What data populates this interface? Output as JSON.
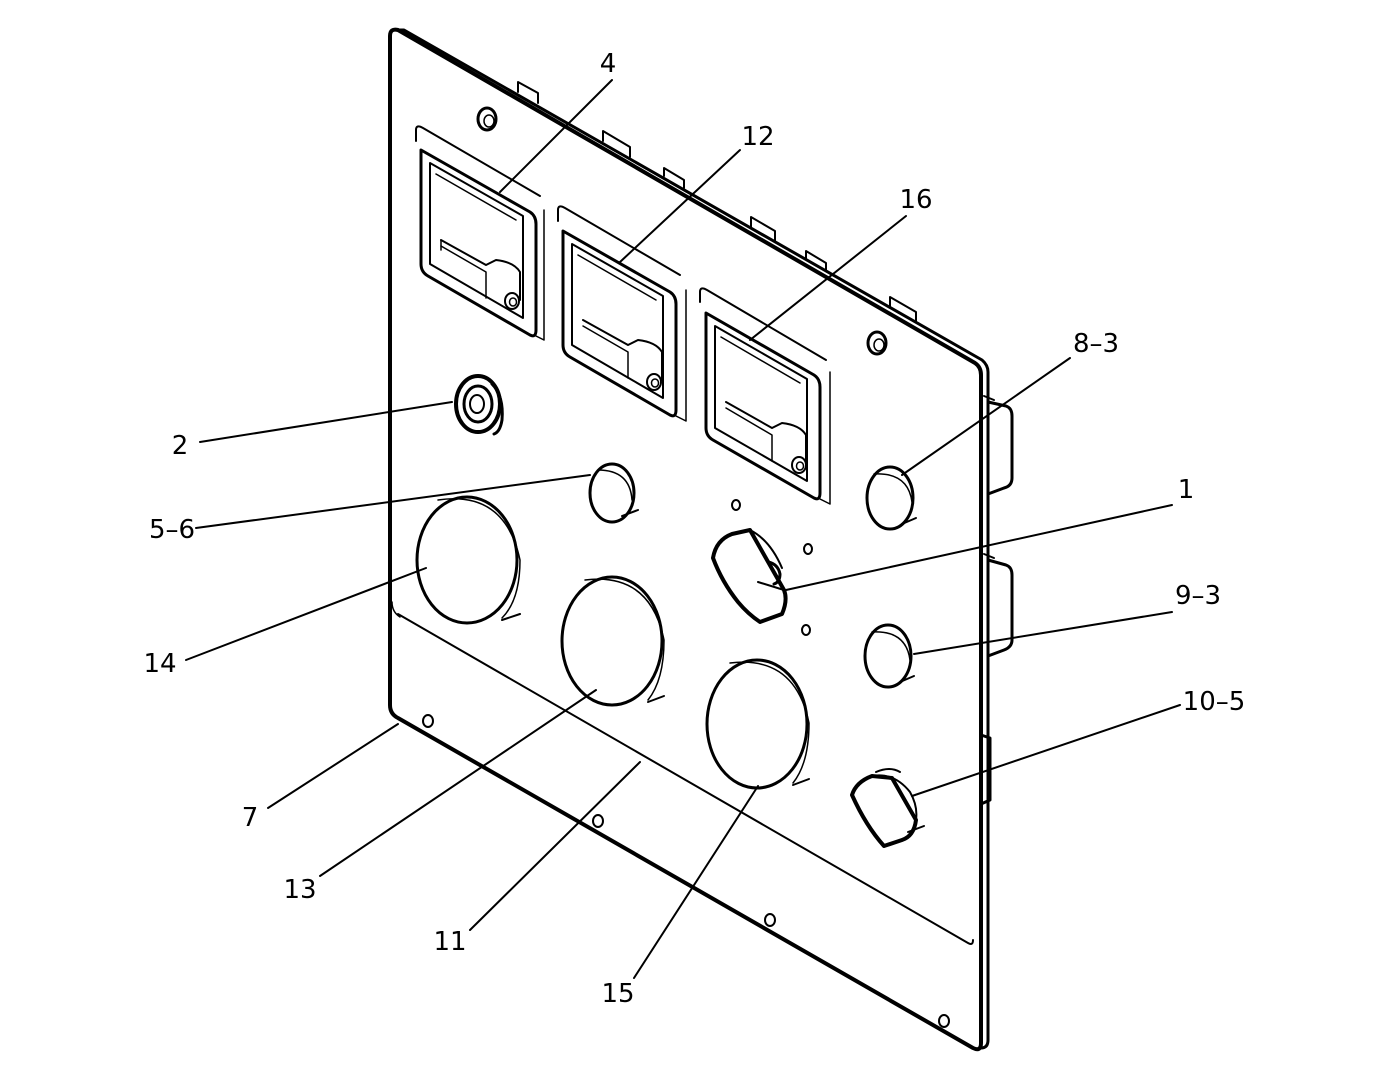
{
  "callouts": {
    "c1": "1",
    "c2": "2",
    "c4": "4",
    "c5_6": "5–6",
    "c7": "7",
    "c8_3": "8–3",
    "c9_3": "9–3",
    "c10_5": "10–5",
    "c11": "11",
    "c12": "12",
    "c13": "13",
    "c14": "14",
    "c15": "15",
    "c16": "16"
  },
  "colors": {
    "line": "#000000",
    "background": "#ffffff"
  }
}
